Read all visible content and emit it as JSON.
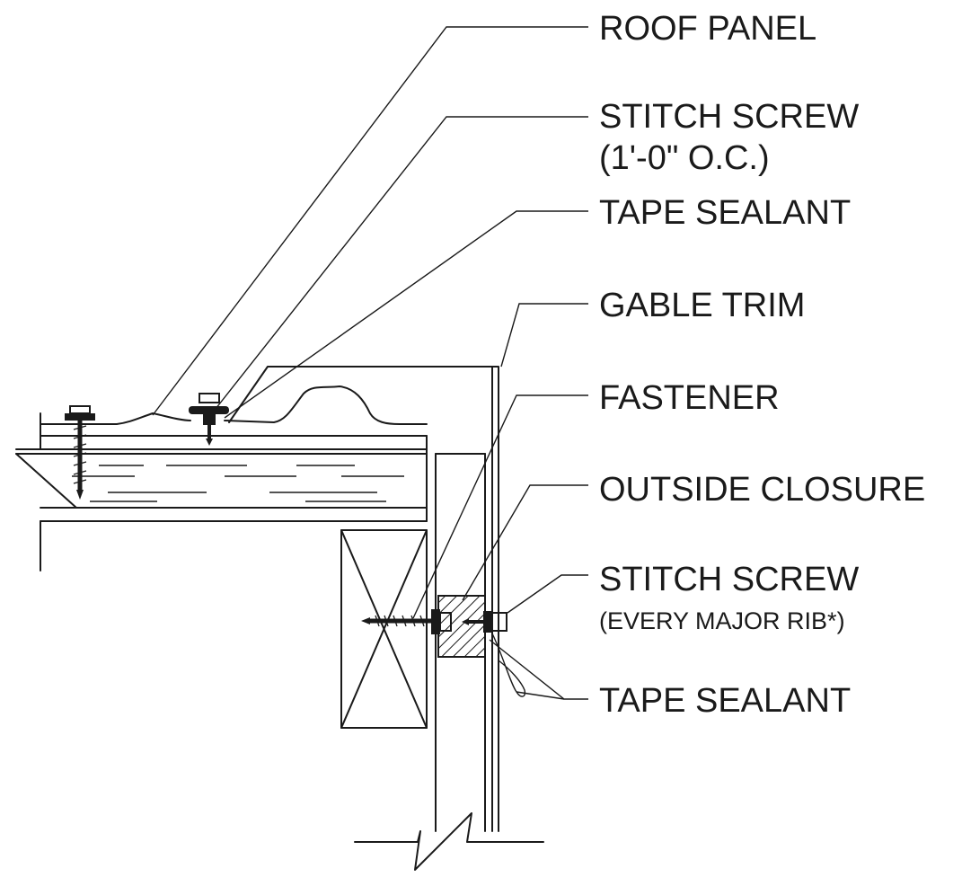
{
  "labels": {
    "roof_panel": "ROOF PANEL",
    "stitch_screw_top": "STITCH SCREW",
    "stitch_screw_top_note": "(1'-0\" O.C.)",
    "tape_sealant_top": "TAPE SEALANT",
    "gable_trim": "GABLE TRIM",
    "fastener": "FASTENER",
    "outside_closure": "OUTSIDE CLOSURE",
    "stitch_screw_side": "STITCH SCREW",
    "stitch_screw_side_note": "(EVERY MAJOR  RIB*)",
    "tape_sealant_side": "TAPE SEALANT"
  }
}
